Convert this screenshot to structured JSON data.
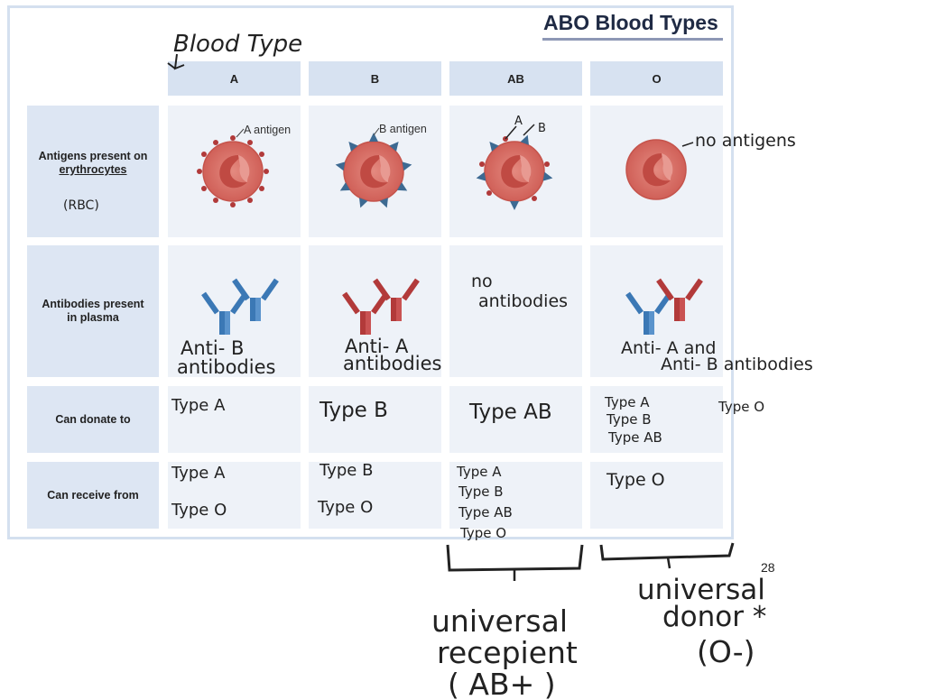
{
  "title": "ABO Blood Types",
  "handwritten_heading": "Blood Type",
  "columns": [
    "A",
    "B",
    "AB",
    "O"
  ],
  "rows": {
    "antigens": "Antigens present on",
    "antigens_underlined": "erythrocytes",
    "antigens_note": "(RBC)",
    "antibodies": "Antibodies present in plasma",
    "donate": "Can donate to",
    "receive": "Can receive from"
  },
  "antigen_labels": {
    "a": "A antigen",
    "b": "B antigen",
    "ab_a": "A",
    "ab_b": "B",
    "o": "no antigens"
  },
  "antibody_notes": {
    "a": [
      "Anti- B",
      "antibodies"
    ],
    "b": [
      "Anti- A",
      "antibodies"
    ],
    "ab": [
      "no",
      "antibodies"
    ],
    "o": [
      "Anti- A and",
      "Anti- B antibodies"
    ]
  },
  "donate": {
    "a": [
      "Type A"
    ],
    "b": [
      "Type B"
    ],
    "ab": [
      "Type AB"
    ],
    "o": [
      "Type A",
      "Type B",
      "Type AB"
    ],
    "o_extra": "Type O"
  },
  "receive": {
    "a": [
      "Type A",
      "Type O"
    ],
    "b": [
      "Type B",
      "Type O"
    ],
    "ab": [
      "Type A",
      "Type B",
      "Type AB",
      "Type O"
    ],
    "o": [
      "Type O"
    ]
  },
  "page_number": "28",
  "universal_recipient": [
    "universal",
    "recepient",
    "( AB+ )"
  ],
  "universal_donor": [
    "universal",
    "donor *",
    "(O-)"
  ],
  "colors": {
    "rbc": "#d9685e",
    "rbc_center": "#c24d45",
    "antigen_a": "#b13a3a",
    "antigen_b": "#3d6a92",
    "antibody_blue": "#3b78b5",
    "antibody_red": "#b23a3a"
  }
}
